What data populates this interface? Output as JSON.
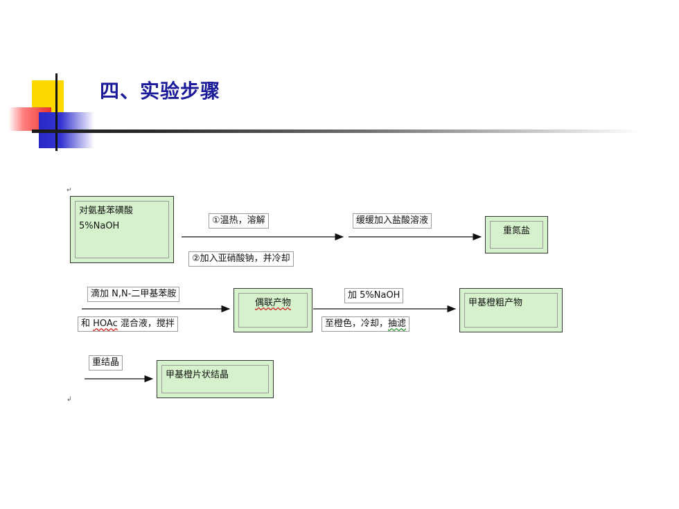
{
  "slide": {
    "title": "四、实验步骤"
  },
  "diagram": {
    "node_reactant_line1": "对氨基苯磺酸",
    "node_reactant_line2": "5%NaOH",
    "step1_top": "①温热，溶解",
    "step1_bottom": "②加入亚硝酸钠，并冷却",
    "step2_top": "缓缓加入盐酸溶液",
    "node_diazonium": "重氮盐",
    "step3_top": "滴加 N,N-二甲基苯胺",
    "step3_bottom_prefix": "和 ",
    "step3_bottom_hoac": "HOAc",
    "step3_bottom_suffix": " 混合液，搅拌",
    "node_azo": "偶联产物",
    "step4_top": "加 5%NaOH",
    "step4_bottom_prefix": "至橙色，冷却，",
    "step4_bottom_suffix": "抽滤",
    "node_crude": "甲基橙粗产物",
    "step5_top": "重结晶",
    "node_final": "甲基橙片状结晶",
    "colors": {
      "node_fill": "#d6f2cc",
      "title": "#1a1a9a"
    }
  }
}
